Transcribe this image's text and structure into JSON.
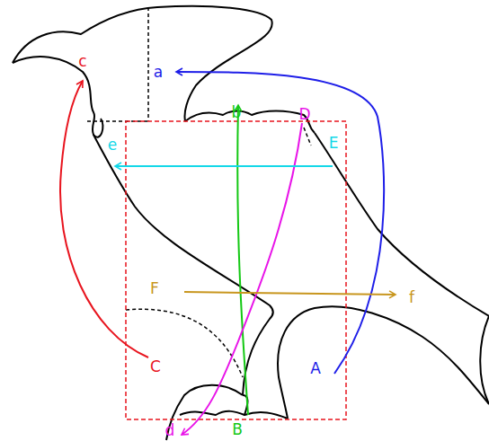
{
  "diagram": {
    "labels": [
      "c",
      "a",
      "b",
      "D",
      "e",
      "E",
      "F",
      "f",
      "C",
      "A",
      "B",
      "d"
    ]
  }
}
